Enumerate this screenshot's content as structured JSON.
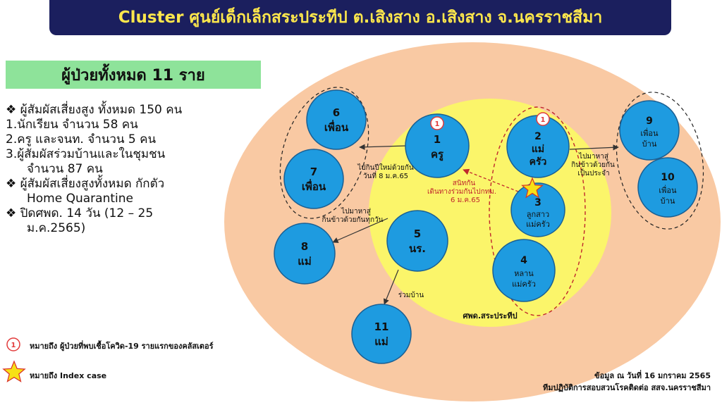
{
  "title": "Cluster ศูนย์เด็กเล็กสระประทีป ต.เสิงสาง อ.เสิงสาง จ.นครราชสีมา",
  "total_patients": "ผู้ป่วยทั้งหมด  11 ราย",
  "info_lines": [
    "❖    ผู้สัมผัสเสี่ยงสูง ทั้งหมด 150 คน",
    "1.นักเรียน จำนวน 58 คน",
    "2.ครู และจนท. จำนวน 5 คน",
    "3.ผู้สัมผัสร่วมบ้านและในชุมชน",
    "จำนวน 87 คน",
    "❖  ผู้สัมผัสเสี่ยงสูงทั้งหมด กักตัว",
    "Home Quarantine",
    "❖  ปิดศพด. 14 วัน (12 – 25",
    "ม.ค.2565)"
  ],
  "nodes": [
    {
      "id": "1",
      "num": "1",
      "label": "ครู",
      "first_case": "1"
    },
    {
      "id": "2",
      "num": "2",
      "label1": "แม่",
      "label2": "ครัว",
      "first_case": "1"
    },
    {
      "id": "3",
      "num": "3",
      "label1": "ลูกสาว",
      "label2": "แม่ครัว",
      "index_case": true
    },
    {
      "id": "4",
      "num": "4",
      "label1": "หลาน",
      "label2": "แม่ครัว"
    },
    {
      "id": "5",
      "num": "5",
      "label": "นร."
    },
    {
      "id": "6",
      "num": "6",
      "label": "เพื่อน"
    },
    {
      "id": "7",
      "num": "7",
      "label": "เพื่อน"
    },
    {
      "id": "8",
      "num": "8",
      "label": "แม่"
    },
    {
      "id": "9",
      "num": "9",
      "label1": "เพื่อน",
      "label2": "บ้าน"
    },
    {
      "id": "10",
      "num": "10",
      "label1": "เพื่อน",
      "label2": "บ้าน"
    },
    {
      "id": "11",
      "num": "11",
      "label": "แม่"
    }
  ],
  "edge_labels": {
    "e1_6_line1": "ไปกินปีใหม่ด้วยกัน",
    "e1_6_line2": "วันที่ 8 ม.ค.65",
    "e3_1_line1": "สนิทกัน",
    "e3_1_line2": "เดินทางร่วมกันไปกทม.",
    "e3_1_line3": "6 ม.ค.65",
    "e2_9_line1": "ไปมาหาสู่",
    "e2_9_line2": "กินข้าวด้วยกัน",
    "e2_9_line3": "เป็นประจำ",
    "e5_8_line1": "ไปมาหาสู่",
    "e5_8_line2": "กินข้าวด้วยกันทุกวัน",
    "e5_11": "ร่วมบ้าน"
  },
  "school_label": "ศพด.สระประทีป",
  "legend": {
    "first_case_marker": "1",
    "first_case_text": "หมายถึง  ผู้ป่วยที่พบเชื้อโควิด-19 รายแรกของคลัสเตอร์",
    "index_case_text": "หมายถึง Index case"
  },
  "footer": {
    "line1": "ข้อมูล ณ วันที่ 16 มกราคม 2565",
    "line2": "ทีมปฏิบัติการสอบสวนโรคติดต่อ สสจ.นครราชสีมา"
  },
  "colors": {
    "title_bg": "#1b1f5e",
    "title_text": "#fde74c",
    "outer_ellipse": "#f9c9a3",
    "school_circle": "#fbf56a",
    "node_fill": "#1e9be0",
    "total_box": "#8ee39a",
    "index_star": "#f7e116",
    "first_case_ring": "#e23b3b"
  }
}
